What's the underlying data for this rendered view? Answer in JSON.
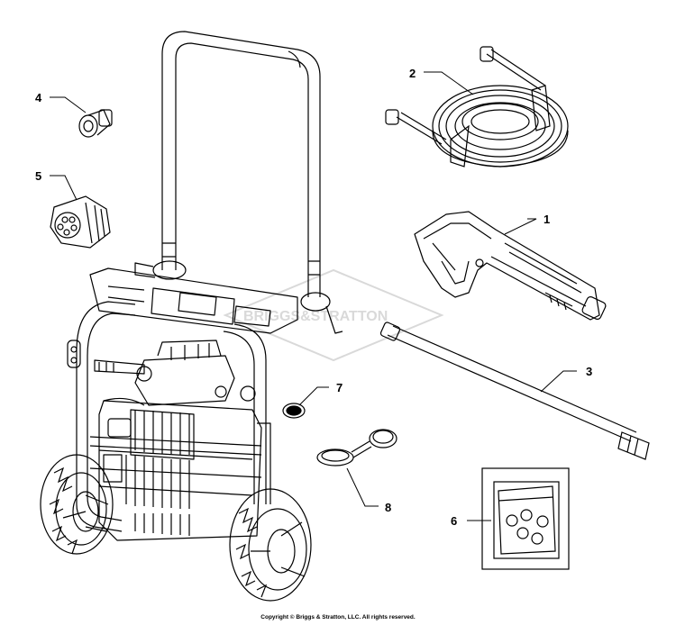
{
  "watermark": {
    "text": "BRIGGS&STRATTON",
    "color": "#d9d9d9"
  },
  "callouts": [
    {
      "id": "1",
      "label": "1",
      "part": "spray-gun"
    },
    {
      "id": "2",
      "label": "2",
      "part": "high-pressure-hose"
    },
    {
      "id": "3",
      "label": "3",
      "part": "spray-wand"
    },
    {
      "id": "4",
      "label": "4",
      "part": "quick-connect-plug"
    },
    {
      "id": "5",
      "label": "5",
      "part": "nozzle-selector"
    },
    {
      "id": "6",
      "label": "6",
      "part": "nozzle-kit"
    },
    {
      "id": "7",
      "label": "7",
      "part": "plug"
    },
    {
      "id": "8",
      "label": "8",
      "part": "cap-with-strap"
    }
  ],
  "footer": {
    "copyright": "Copyright © Briggs & Stratton, LLC. All rights reserved."
  },
  "colors": {
    "line": "#000000",
    "watermark": "#d9d9d9",
    "background": "#ffffff"
  }
}
